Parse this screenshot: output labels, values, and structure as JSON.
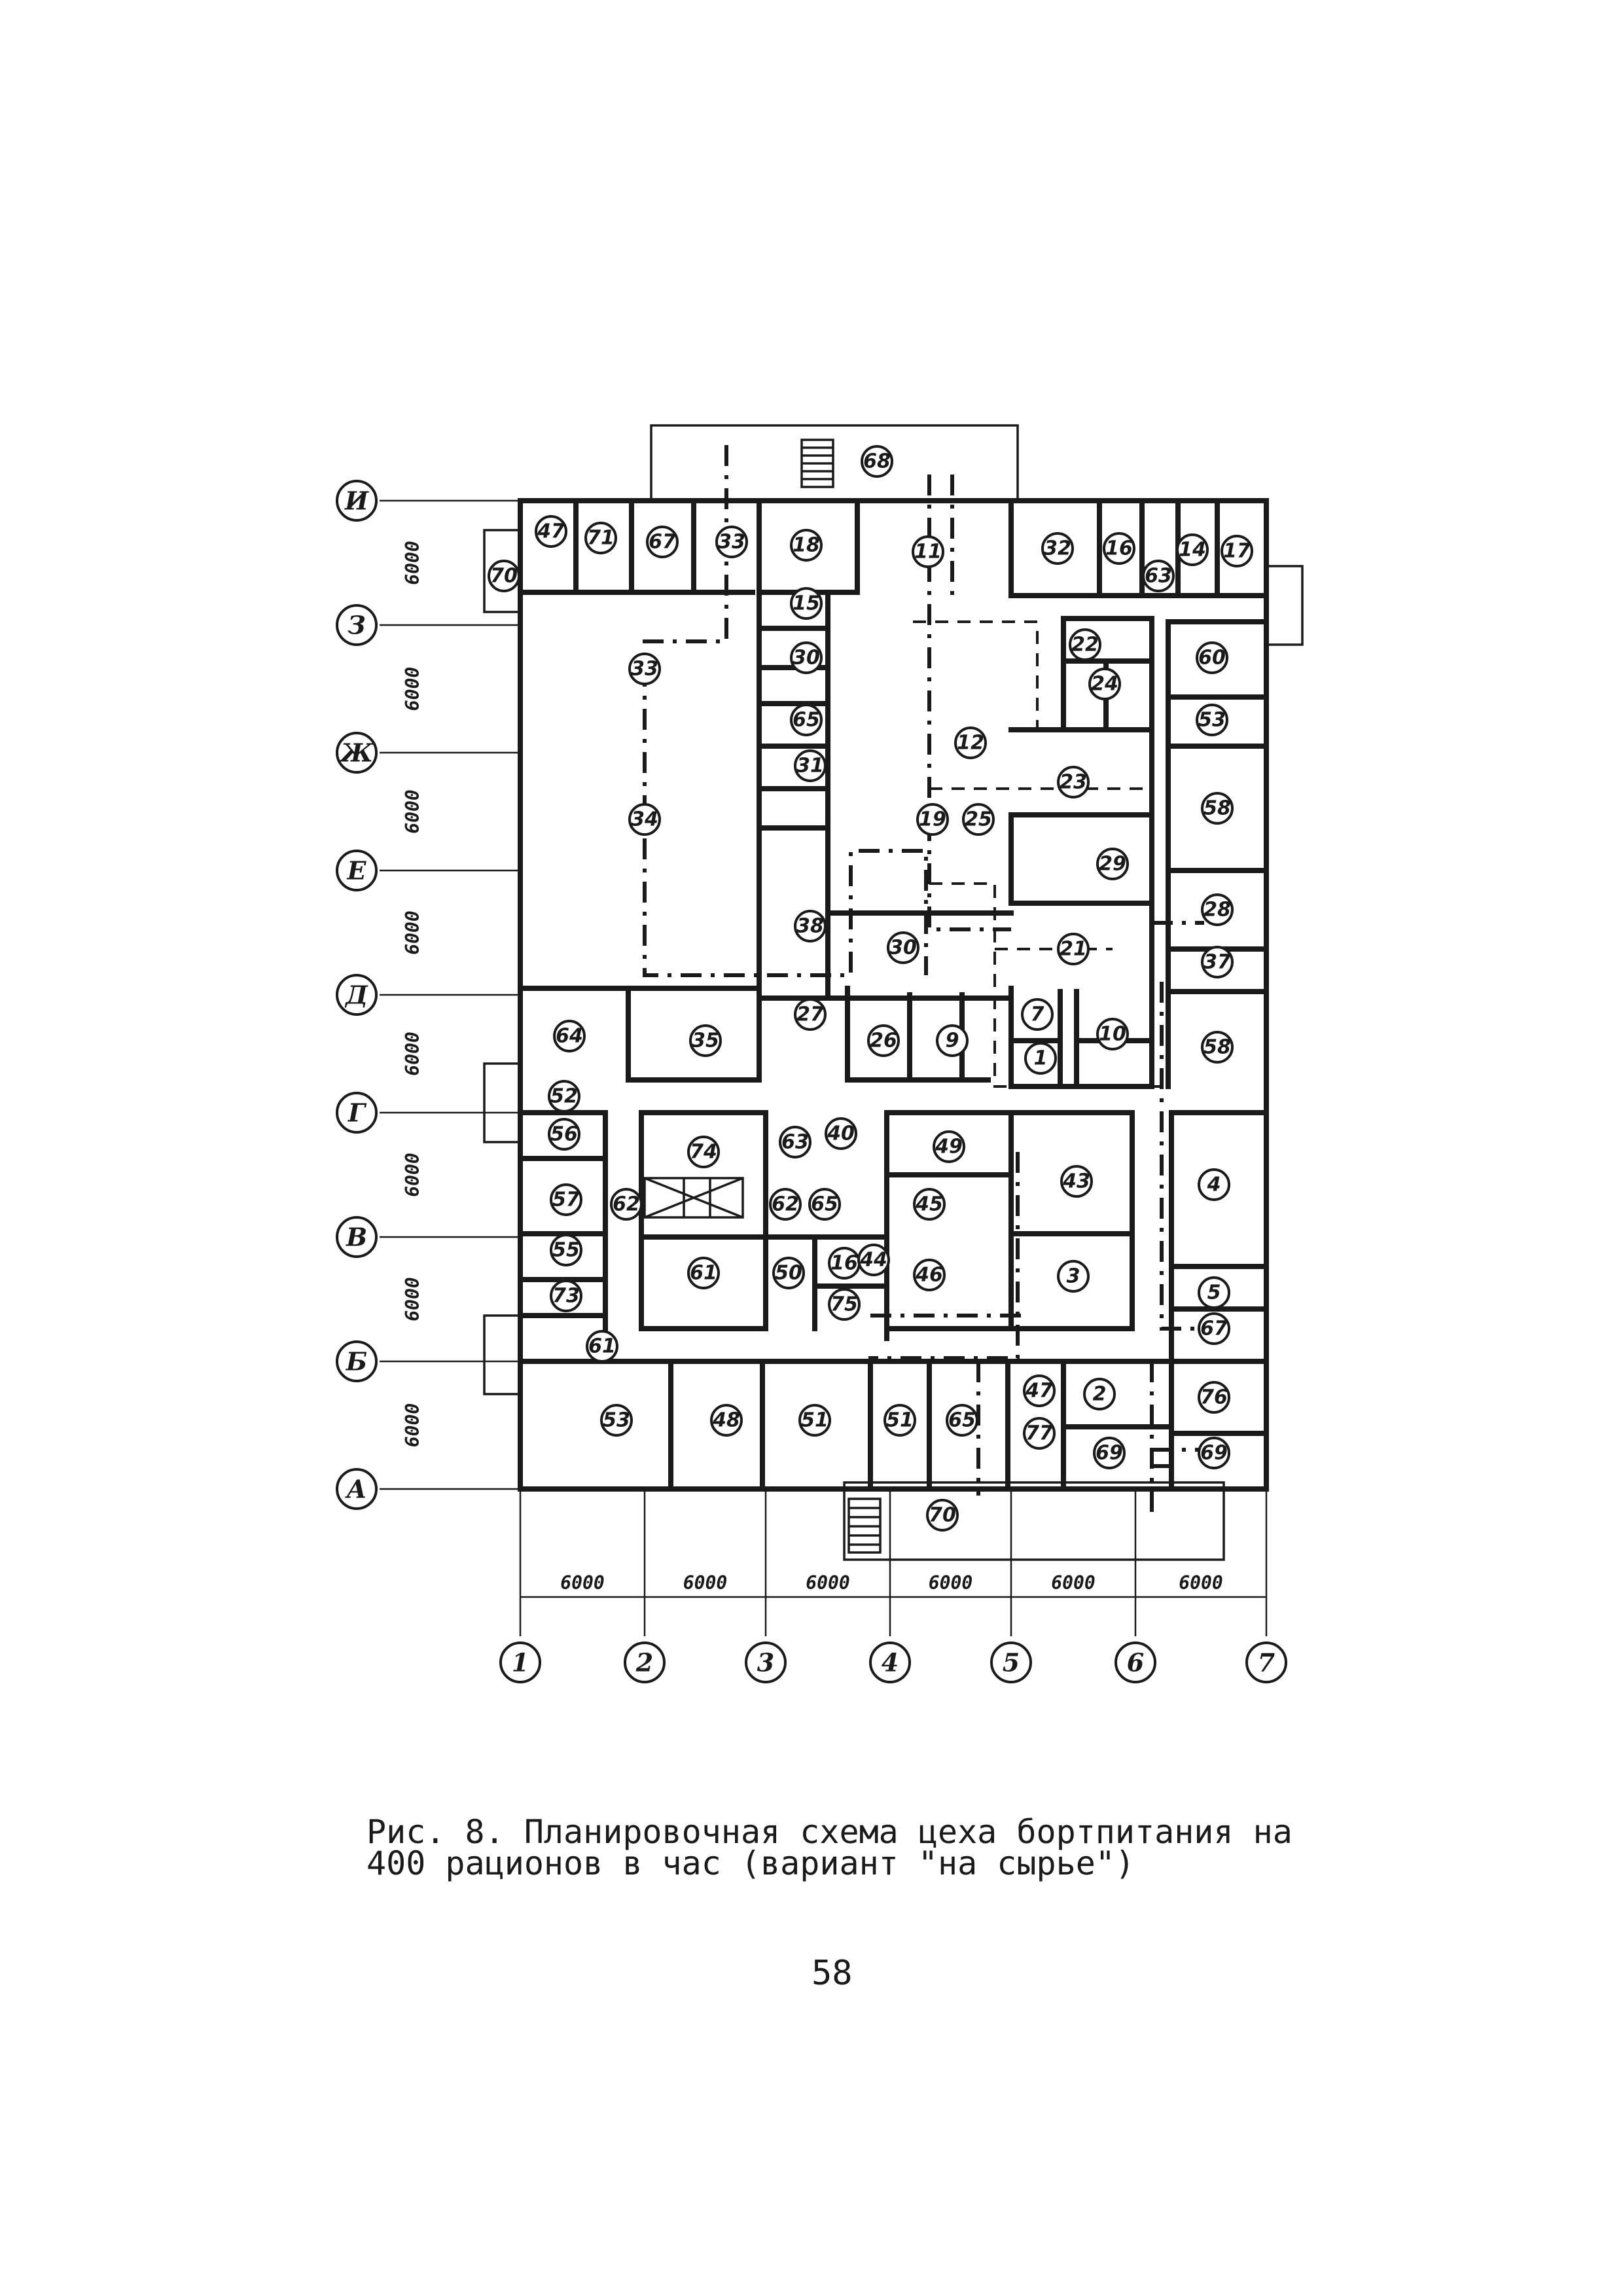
{
  "figure": {
    "caption_line1": "Рис. 8. Планировочная схема цеха бортпитания на",
    "caption_line2": "400 рационов в час (вариант \"на сырье\")",
    "page_number": "58"
  },
  "plan": {
    "row_axes": [
      "И",
      "З",
      "Ж",
      "Е",
      "Д",
      "Г",
      "В",
      "Б",
      "А"
    ],
    "col_axes": [
      "1",
      "2",
      "3",
      "4",
      "5",
      "6",
      "7"
    ],
    "row_spacings": [
      "6000",
      "6000",
      "6000",
      "6000",
      "6000",
      "6000",
      "6000",
      "6000"
    ],
    "col_spacings": [
      "6000",
      "6000",
      "6000",
      "6000",
      "6000",
      "6000"
    ],
    "room_numbers": [
      "68",
      "47",
      "70",
      "71",
      "67",
      "33",
      "18",
      "11",
      "32",
      "16",
      "14",
      "17",
      "63",
      "15",
      "30",
      "65",
      "31",
      "12",
      "22",
      "33",
      "24",
      "60",
      "53",
      "19",
      "23",
      "25",
      "34",
      "58",
      "28",
      "29",
      "38",
      "30",
      "21",
      "37",
      "64",
      "35",
      "27",
      "26",
      "9",
      "7",
      "10",
      "1",
      "58",
      "52",
      "56",
      "57",
      "55",
      "73",
      "61",
      "74",
      "63",
      "40",
      "49",
      "43",
      "45",
      "62",
      "62",
      "65",
      "61",
      "50",
      "16",
      "75",
      "44",
      "46",
      "3",
      "4",
      "5",
      "67",
      "53",
      "48",
      "51",
      "51",
      "65",
      "47",
      "2",
      "76",
      "77",
      "69",
      "69",
      "70"
    ]
  }
}
